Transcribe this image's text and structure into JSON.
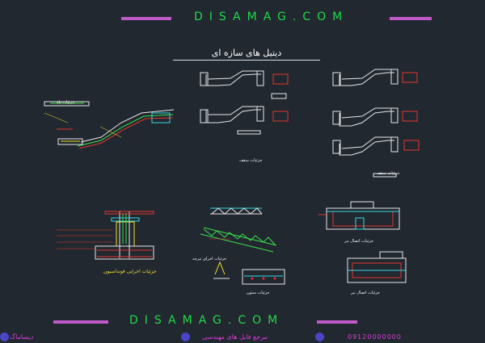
{
  "watermark": {
    "top": "DISAMAG.COM",
    "bottom": "DISAMAG.COM"
  },
  "drawing_title": "دیتیل های سازه ای",
  "labels": {
    "stair_detail": "جزئیات پله",
    "stair_title_1": "جزئیات سقف",
    "stair_title_2": "جزئیات سقف",
    "slab_detail": "جزئیات اجرای تیرچه",
    "foundation_detail": "جزئیات اجرایی فونداسیون",
    "beam_detail_1": "جزئیات اتصال تیر",
    "beam_detail_2": "جزئیات اتصال تیر",
    "column_detail": "جزئیات ستون"
  },
  "footer": {
    "site_name": "دیساماگ",
    "phone": "09120000000",
    "slogan": "مرجع فایل های مهندسی"
  },
  "colors": {
    "background": "#212830",
    "accent_green": "#22d84a",
    "accent_magenta": "#c05ac9",
    "cad_white": "#e6e6e6",
    "cad_yellow": "#f3e12c",
    "cad_red": "#e1362e",
    "cad_cyan": "#38d7e3",
    "cad_green": "#3ee04b"
  }
}
